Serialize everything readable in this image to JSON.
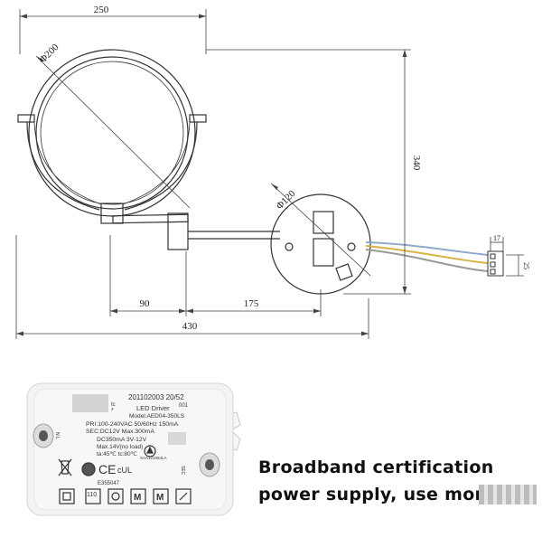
{
  "drawing": {
    "dims": {
      "width_top": "250",
      "mirror_diameter": "Φ200",
      "height_right": "340",
      "base_diameter": "Φ120",
      "arm_short": "90",
      "arm_long": "175",
      "total_length": "430",
      "connector_width": "17",
      "connector_height": "25"
    }
  },
  "driver_label": {
    "model_code": "201102003  20/52",
    "tc": "tc",
    "star": "*",
    "title": "LED Driver",
    "model": "Model:AED04-350LS",
    "code2": "001",
    "pri": "PRI:100-240VAC 50/60Hz 150mA",
    "sec": "SEC:DC12V  Max.300mA",
    "out1": "DC350mA  3V-12V",
    "out2": "Max.14V(no load)",
    "temps": "ta:45℃  tc:80℃",
    "saa": "SAA121084LA",
    "ref": "E355047",
    "class": "110",
    "side_left": "N L",
    "side_right": "SEC"
  },
  "caption": {
    "line1": "Broadband certification",
    "line2": "power supply, use more a"
  }
}
